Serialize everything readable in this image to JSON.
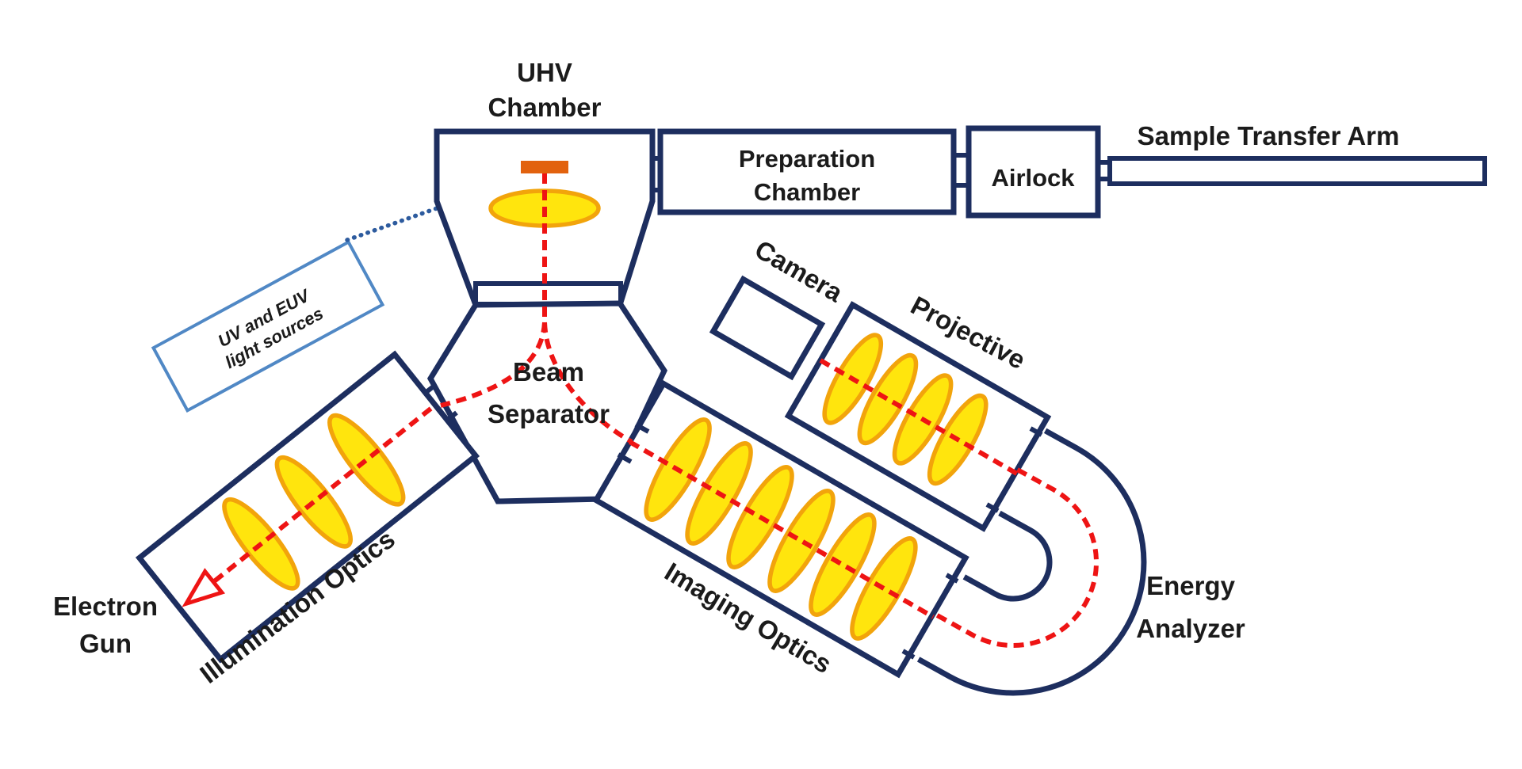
{
  "diagram": {
    "title": "PEEM / LEEM instrument schematic",
    "labels": {
      "uhv": {
        "line1": "UHV",
        "line2": "Chamber"
      },
      "prep": {
        "line1": "Preparation",
        "line2": "Chamber"
      },
      "airlock": "Airlock",
      "transfer_arm": "Sample Transfer Arm",
      "uv_source": {
        "line1": "UV and EUV",
        "line2": "light sources"
      },
      "beam_separator": {
        "line1": "Beam",
        "line2": "Separator"
      },
      "camera": "Camera",
      "projective": "Projective",
      "electron_gun": {
        "line1": "Electron",
        "line2": "Gun"
      },
      "illumination": "Illumination Optics",
      "imaging": "Imaging Optics",
      "energy_analyzer": {
        "line1": "Energy",
        "line2": "Analyzer"
      }
    },
    "colors": {
      "outline": "#1d2e5f",
      "lens_fill": "#ffe50d",
      "lens_stroke": "#f2a40b",
      "beam": "#ee1414",
      "light_source_outline": "#5088c5",
      "light_path": "#2d5b9e",
      "sample": "#e2620e",
      "text": "#1b1b1b",
      "background": "#ffffff"
    }
  }
}
